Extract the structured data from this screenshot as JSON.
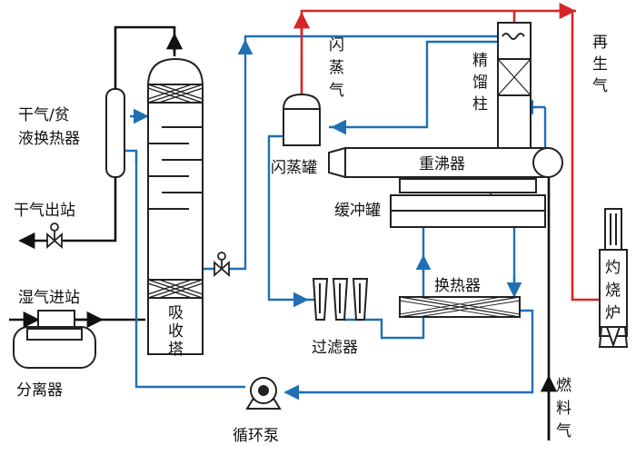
{
  "labels": {
    "dry_gas_exchanger_1": "干气/贫",
    "dry_gas_exchanger_2": "液换热器",
    "dry_gas_out": "干气出站",
    "wet_gas_in": "湿气进站",
    "separator": "分离器",
    "absorber": [
      "吸",
      "收",
      "塔"
    ],
    "flash_gas": [
      "闪",
      "蒸",
      "气"
    ],
    "rectifier": [
      "精",
      "馏",
      "柱"
    ],
    "regen_gas": [
      "再",
      "生",
      "气"
    ],
    "flash_tank": "闪蒸罐",
    "reboiler": "重沸器",
    "buffer_tank": "缓冲罐",
    "heat_exchanger": "换热器",
    "filter": "过滤器",
    "circulation_pump": "循环泵",
    "burner": [
      "灼",
      "烧",
      "炉"
    ],
    "fuel_gas": [
      "燃",
      "料",
      "气"
    ]
  },
  "colors": {
    "lean_line": "#1f6fb4",
    "regen_line": "#d62728",
    "line": "#111111",
    "equipment_stroke": "#222222"
  },
  "icons": [
    "valve-icon",
    "pump-icon",
    "arrow-icon"
  ]
}
